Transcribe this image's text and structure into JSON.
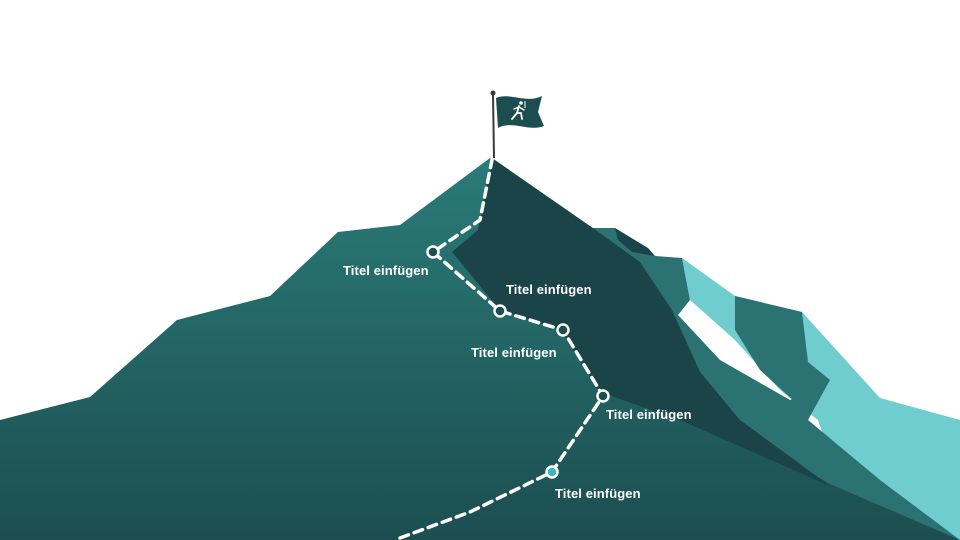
{
  "milestones": [
    {
      "label": "Titel einfügen"
    },
    {
      "label": "Titel einfügen"
    },
    {
      "label": "Titel einfügen"
    },
    {
      "label": "Titel einfügen"
    },
    {
      "label": "Titel einfügen"
    }
  ],
  "colors": {
    "background": "#ffffff",
    "mountain_light": "#2a7b78",
    "mountain_dark": "#1c4e50",
    "mountain_shadow": "#1a4447",
    "ridge_mid": "#2b7373",
    "ridge_light": "#6fcdd0",
    "flag": "#1c4e50",
    "path": "#ffffff",
    "highlight_marker": "#3fb6b8"
  },
  "icons": {
    "flag": "flag-icon",
    "climber": "climber-icon"
  }
}
